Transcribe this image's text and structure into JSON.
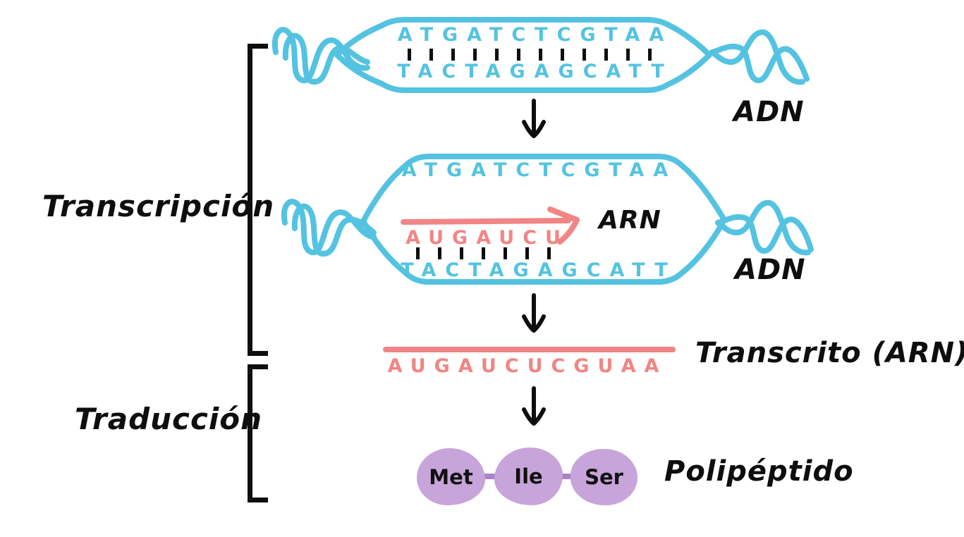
{
  "colors": {
    "dna_blue": "#54c3e1",
    "rna_pink": "#f18585",
    "peptide_purple": "#c7a4d9",
    "peptide_link_purple": "#ac82c8",
    "ink_black": "#0e0e0e"
  },
  "process_labels": {
    "transcription": "Transcripción",
    "translation": "Traducción"
  },
  "dna_top": {
    "top_strand": "ATGATCTCGTAA",
    "bottom_strand": "TACTAGAGCATT",
    "label": "ADN"
  },
  "transcription_bubble": {
    "top_strand": "ATGATCTCGTAA",
    "rna_growing": "AUGAUCU",
    "rna_label": "ARN",
    "bottom_strand": "TACTAGAGCATT",
    "label": "ADN"
  },
  "transcript": {
    "sequence": "AUGAUCUCGUAA",
    "label": "Transcrito (ARN)"
  },
  "polypeptide": {
    "residues": [
      "Met",
      "Ile",
      "Ser"
    ],
    "label": "Polipéptido"
  }
}
